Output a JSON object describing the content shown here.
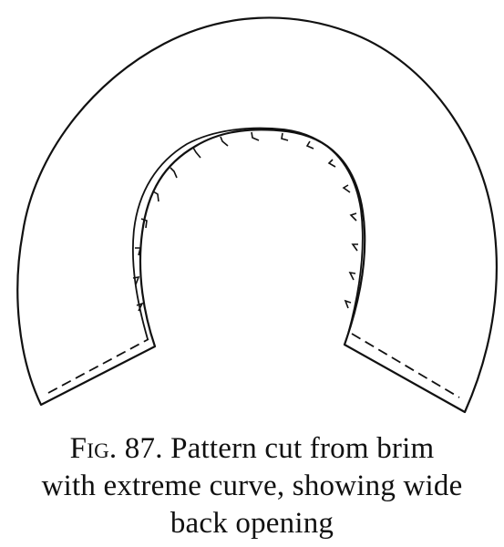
{
  "caption": {
    "fig_label": "Fig. 87.",
    "line1_rest": "Pattern cut from brim",
    "line2": "with extreme curve, showing wide",
    "line3": "back opening"
  }
}
